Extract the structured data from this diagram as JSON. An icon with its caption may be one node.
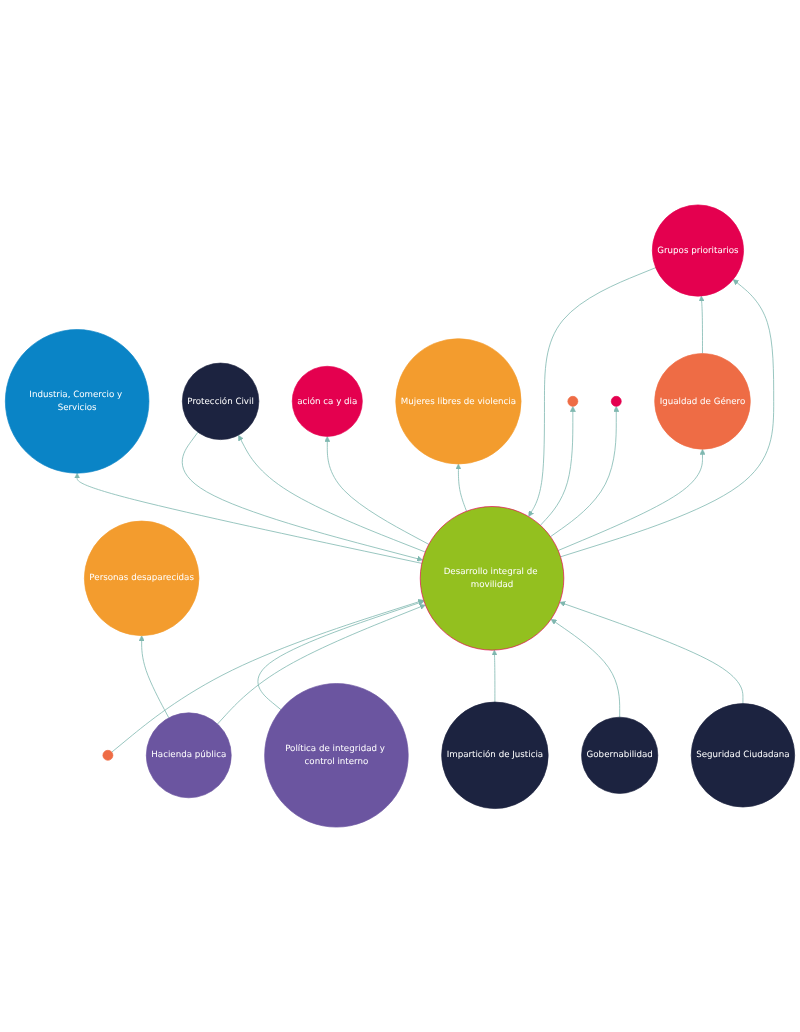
{
  "diagram": {
    "nodes": [
      {
        "text": [
          "Seguridad Ciudadana"
        ]
      },
      {
        "text": [
          "Industria, Comercio y Servicios"
        ]
      },
      {
        "text": [
          "Protección Civil"
        ]
      },
      {
        "text": [
          "ación ca y dia"
        ]
      },
      {
        "text": [
          "Grupos prioritarios"
        ]
      },
      {
        "text": [
          "Gobernabilidad"
        ]
      },
      {
        "text": [
          "Impartición de Justicia"
        ]
      },
      {
        "text": [
          "Mujeres libres de violencia"
        ]
      },
      {
        "text": [
          "Igualdad de Género"
        ]
      },
      {
        "text": [
          "Personas desaparecidas"
        ]
      },
      {
        "text": [
          "Hacienda pública"
        ]
      },
      {
        "text": [
          "Política de integridad y control interno"
        ]
      },
      {
        "text": [
          "Desarrollo integral de movilidad"
        ]
      },
      {
        "text": [],
        "shape": "circle"
      },
      {
        "text": [],
        "shape": "circle"
      },
      {
        "text": [],
        "shape": "circle"
      }
    ],
    "edges": [
      {
        "from": 0,
        "to": 12,
        "arrow": "to"
      },
      {
        "from": 12,
        "to": 1,
        "arrow": "to"
      },
      {
        "from": 12,
        "to": 2,
        "arrow": "to"
      },
      {
        "from": 2,
        "to": 12,
        "arrow": "to"
      },
      {
        "from": 12,
        "to": 3,
        "arrow": "to"
      },
      {
        "from": 12,
        "to": 4,
        "arrow": "to"
      },
      {
        "from": 4,
        "to": 12,
        "arrow": "to"
      },
      {
        "from": 5,
        "to": 12,
        "arrow": "to"
      },
      {
        "from": 6,
        "to": 12,
        "arrow": "to"
      },
      {
        "from": 12,
        "to": 7,
        "arrow": "to"
      },
      {
        "from": 8,
        "to": 4,
        "arrow": "to"
      },
      {
        "from": 12,
        "to": 8,
        "arrow": "to"
      },
      {
        "from": 10,
        "to": 9,
        "arrow": "to"
      },
      {
        "from": 10,
        "to": 12,
        "arrow": "to"
      },
      {
        "from": 11,
        "to": 12,
        "arrow": "to"
      },
      {
        "from": 12,
        "to": 15,
        "arrow": "to"
      },
      {
        "from": 12,
        "to": 13,
        "arrow": "to"
      },
      {
        "from": 14,
        "to": 12,
        "arrow": "to"
      }
    ]
  }
}
